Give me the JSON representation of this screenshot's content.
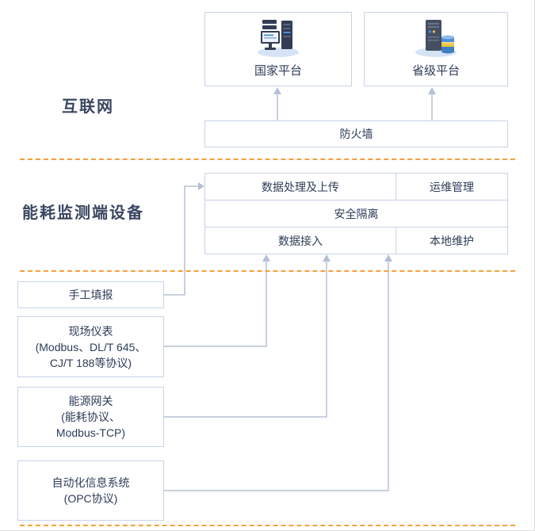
{
  "colors": {
    "box_border": "#c8d3e6",
    "box_text": "#2e3c58",
    "label_text": "#3a4660",
    "dashed": "#f0a23c",
    "connector": "#b6c0d4"
  },
  "labels": {
    "internet": "互联网",
    "device_section": "能耗监测端设备"
  },
  "top": {
    "national_platform": "国家平台",
    "provincial_platform": "省级平台",
    "firewall": "防火墙"
  },
  "icons": {
    "national": "monitor-server-icon",
    "provincial": "server-database-icon"
  },
  "grid": {
    "data_processing": "数据处理及上传",
    "ops_management": "运维管理",
    "security_isolation": "安全隔离",
    "data_access": "数据接入",
    "local_maintenance": "本地维护"
  },
  "sources": [
    {
      "lines": [
        "手工填报"
      ]
    },
    {
      "lines": [
        "现场仪表",
        "(Modbus、DL/T 645、",
        "CJ/T 188等协议)"
      ]
    },
    {
      "lines": [
        "能源网关",
        "(能耗协议、",
        "Modbus-TCP)"
      ]
    },
    {
      "lines": [
        "自动化信息系统",
        "(OPC协议)"
      ]
    }
  ]
}
